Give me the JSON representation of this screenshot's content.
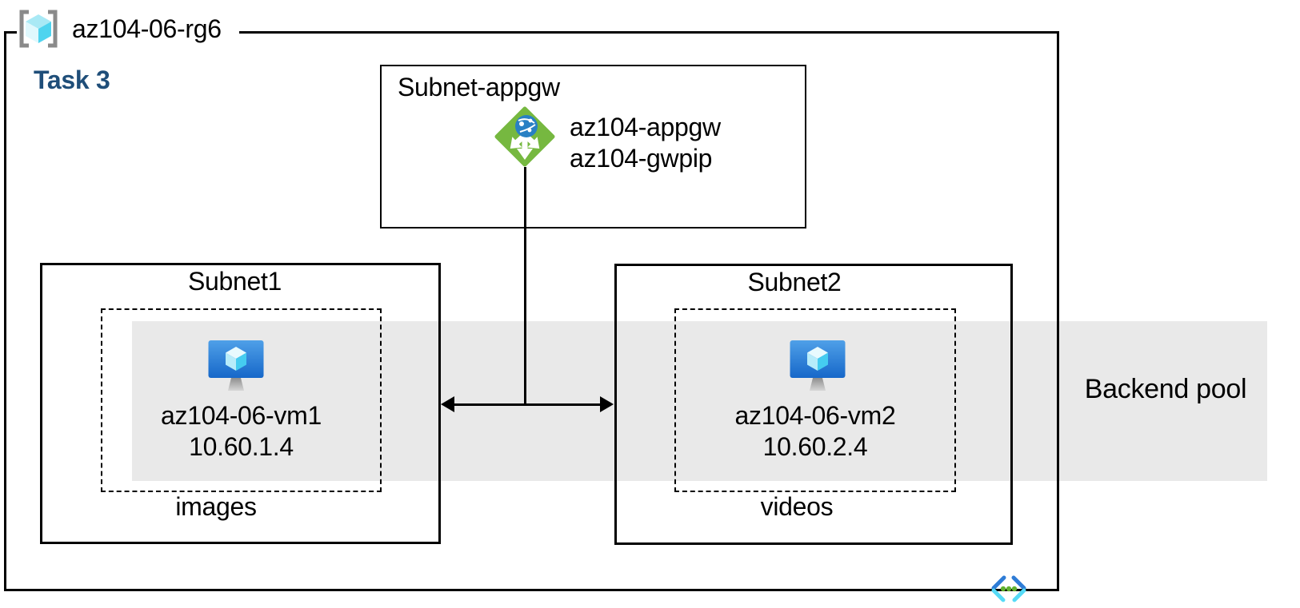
{
  "resource_group": {
    "name": "az104-06-rg6",
    "task_label": "Task 3"
  },
  "appgw_subnet": {
    "title": "Subnet-appgw",
    "gateway_name": "az104-appgw",
    "gateway_public_ip": "az104-gwpip"
  },
  "subnet1": {
    "title": "Subnet1",
    "vm_name": "az104-06-vm1",
    "vm_ip": "10.60.1.4",
    "content_label": "images"
  },
  "subnet2": {
    "title": "Subnet2",
    "vm_name": "az104-06-vm2",
    "vm_ip": "10.60.2.4",
    "content_label": "videos"
  },
  "backend_pool": {
    "label": "Backend pool"
  },
  "icons": {
    "resource_group": "resource-group-icon",
    "application_gateway": "application-gateway-icon",
    "virtual_machine": "virtual-machine-icon",
    "virtual_network": "virtual-network-icon"
  },
  "colors": {
    "task_label_blue": "#1F4E79",
    "backend_band_gray": "#E9E9E9",
    "line_black": "#000000",
    "appgw_green": "#76B840",
    "globe_blue": "#2980C4",
    "vm_screen_top": "#4FA0E8",
    "vm_screen_bottom": "#1667C9",
    "cube_cyan": "#45CCF0",
    "bracket_gray": "#8A8A8A",
    "vnet_dark_blue": "#2E7CD6",
    "vnet_cyan": "#55DAF6",
    "vnet_dot_green": "#61B22F"
  }
}
